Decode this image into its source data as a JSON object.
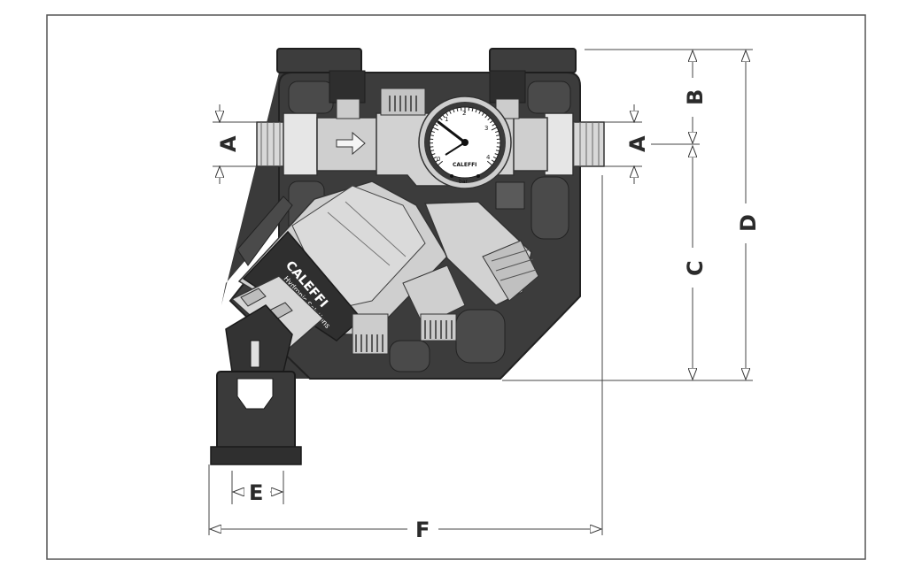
{
  "dimensions": {
    "A_left": "A",
    "A_right": "A",
    "B": "B",
    "C": "C",
    "D": "D",
    "E": "E",
    "F": "F"
  },
  "gauge": {
    "ticks": [
      "0",
      "1",
      "2",
      "3",
      "4"
    ],
    "brand": "CALEFFI",
    "unit": "bar"
  },
  "product": {
    "brand": "CALEFFI",
    "tagline": "Hydronic Solutions"
  }
}
